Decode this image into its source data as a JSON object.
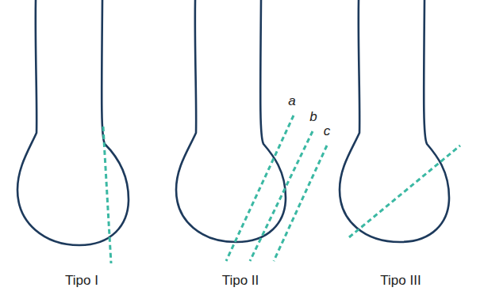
{
  "diagram": {
    "labels": [
      "a",
      "b",
      "c",
      "Tipo I",
      "Tipo II",
      "Tipo III"
    ]
  }
}
